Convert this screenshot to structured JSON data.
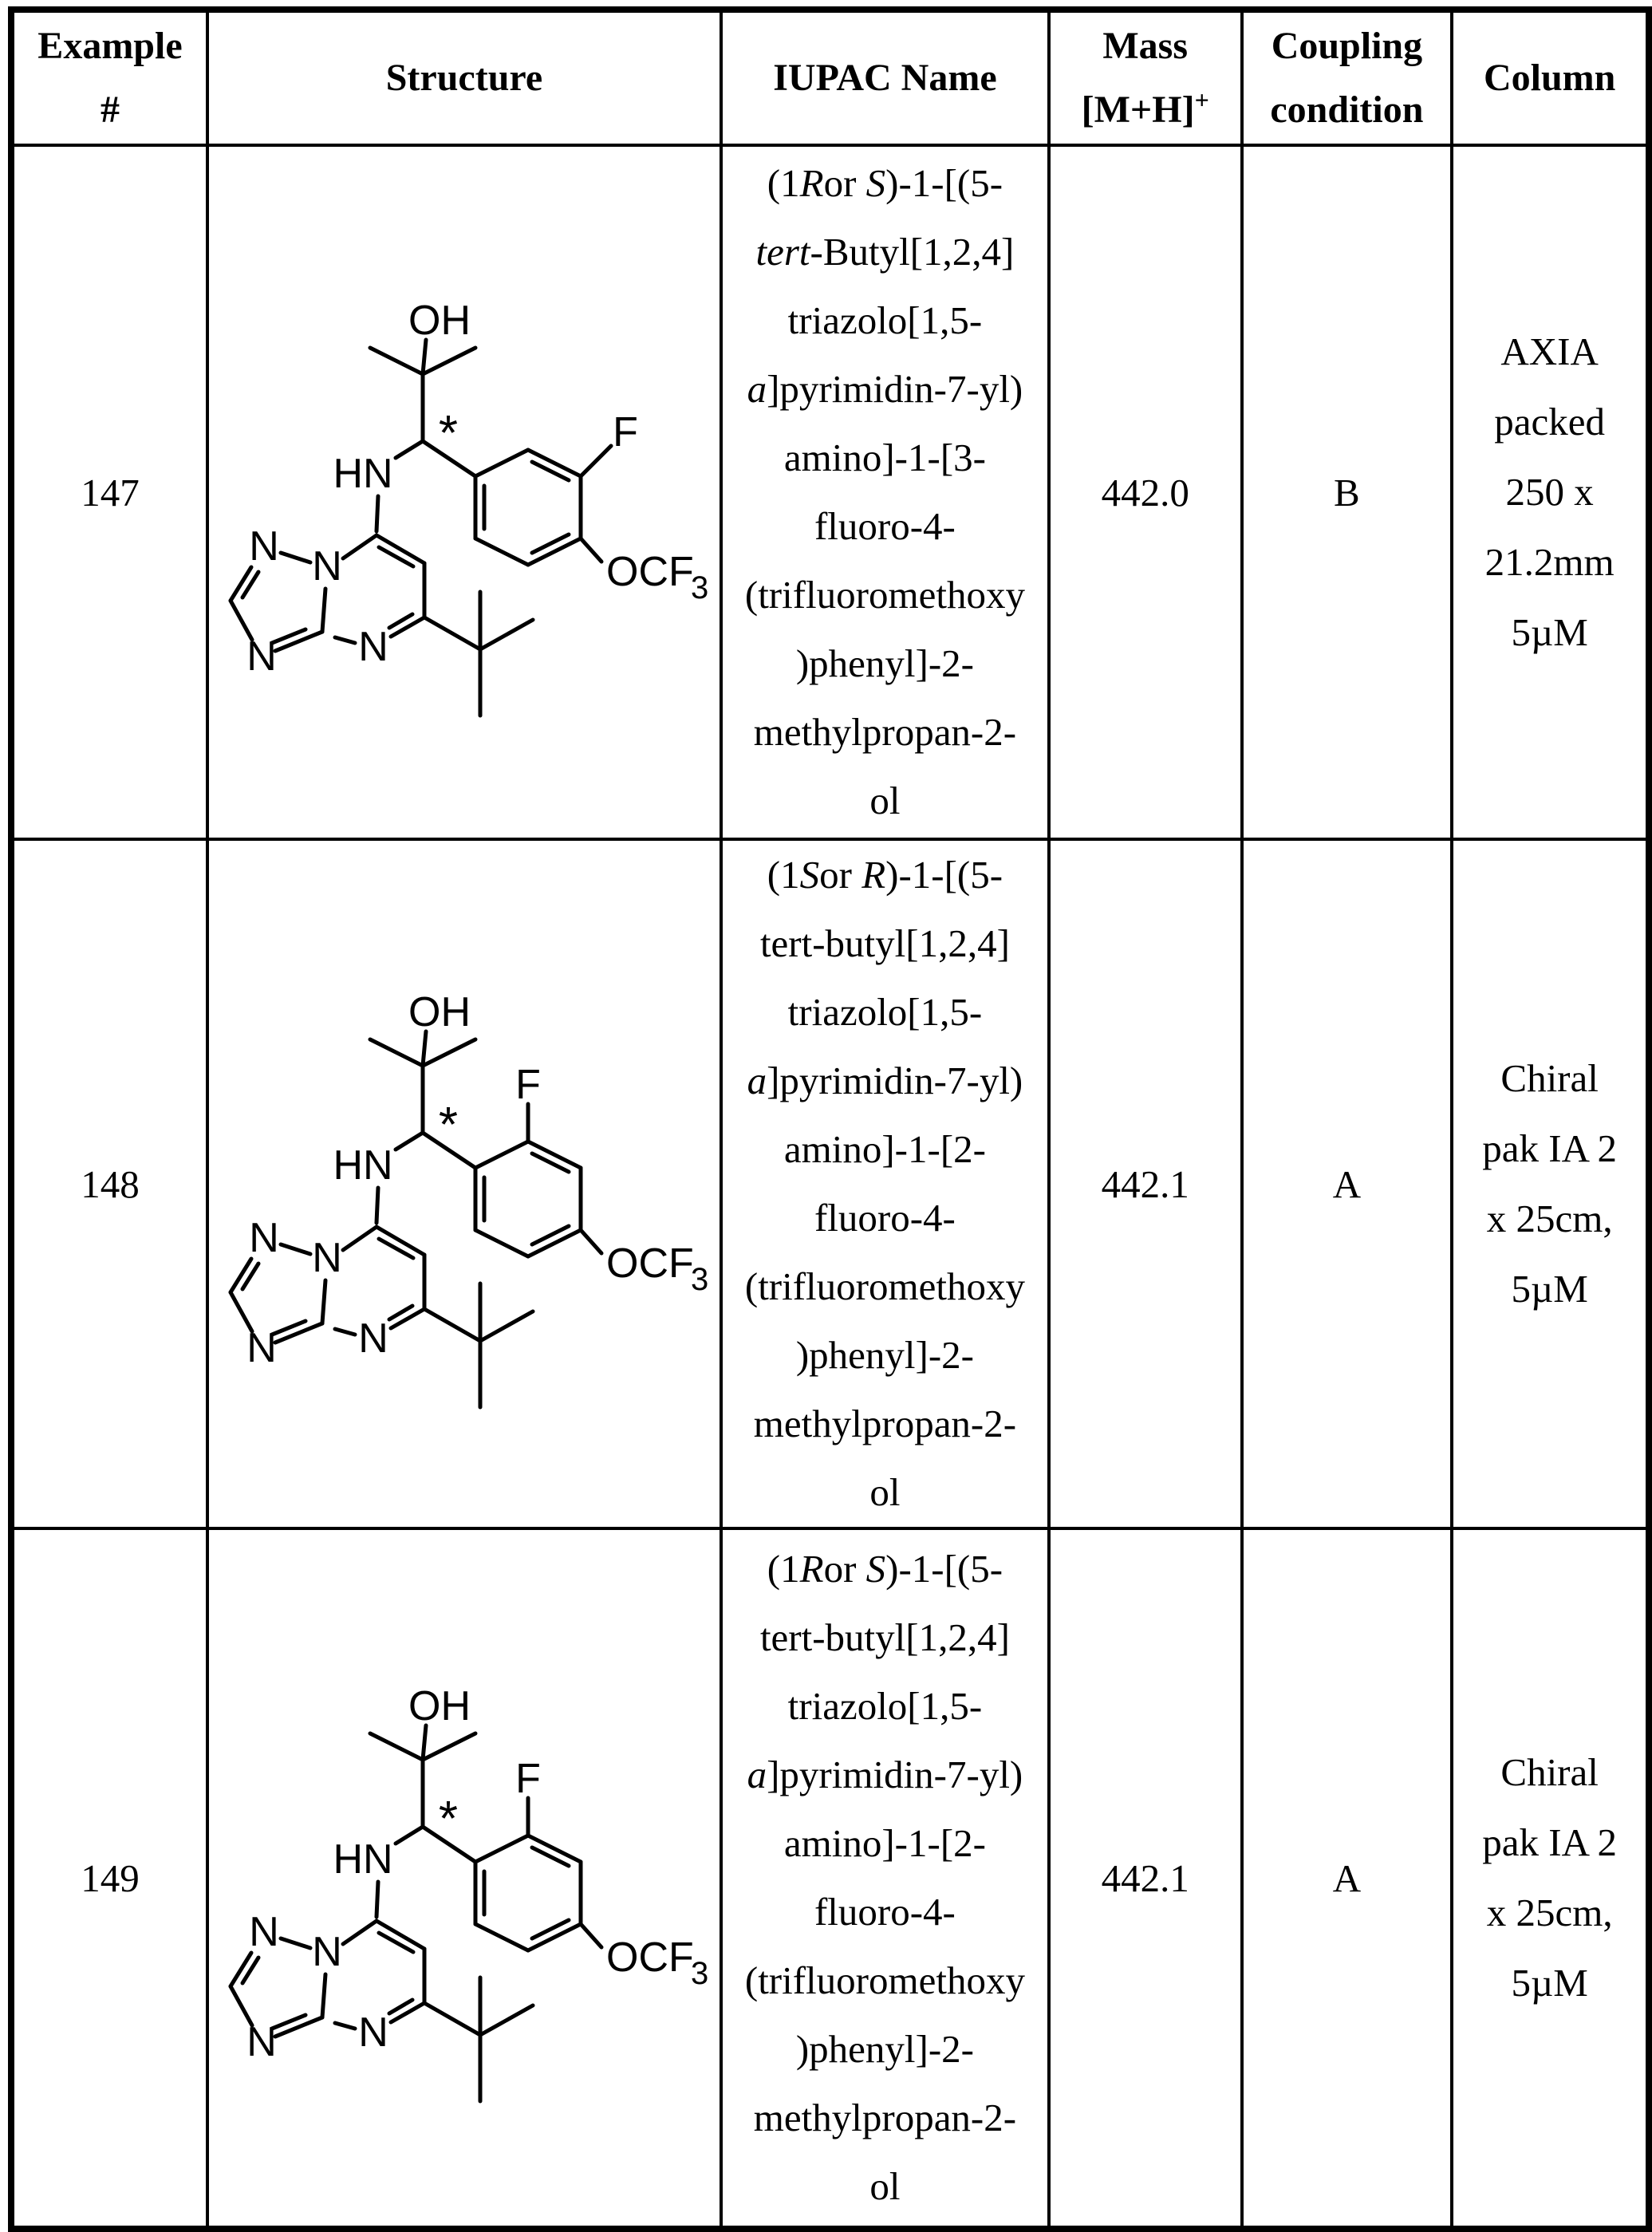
{
  "header": {
    "example_l1": "Example",
    "example_l2": "#",
    "structure": "Structure",
    "iupac": "IUPAC Name",
    "mass_l1": "Mass",
    "mass_l2": "[M+H]",
    "mass_sup": "+",
    "coupling_l1": "Coupling",
    "coupling_l2": "condition",
    "column": "Column"
  },
  "structure_labels": {
    "oh": "OH",
    "hn": "HN",
    "n": "N",
    "f": "F",
    "ocf": "OCF",
    "ocf_sub": "3",
    "stereo": "*"
  },
  "rows": [
    {
      "example": "147",
      "mass": "442.0",
      "coupling": "B",
      "column_lines": [
        "AXIA",
        "packed",
        "250 x",
        "21.2mm",
        "5µM"
      ],
      "structure_variant": "meta-fluoro",
      "name_lines": [
        [
          {
            "t": "(1"
          },
          {
            "t": "R",
            "i": true
          },
          {
            "t": "or "
          },
          {
            "t": "S",
            "i": true
          },
          {
            "t": ")-1-[(5-"
          }
        ],
        [
          {
            "t": "tert",
            "i": true
          },
          {
            "t": "-Butyl[1,2,4]"
          }
        ],
        [
          {
            "t": "triazolo[1,5-"
          }
        ],
        [
          {
            "t": "a",
            "i": true
          },
          {
            "t": "]pyrimidin-7-yl)"
          }
        ],
        [
          {
            "t": "amino]-1-[3-"
          }
        ],
        [
          {
            "t": "fluoro-4-"
          }
        ],
        [
          {
            "t": "(trifluoromethoxy"
          }
        ],
        [
          {
            "t": ")phenyl]-2-"
          }
        ],
        [
          {
            "t": "methylpropan-2-"
          }
        ],
        [
          {
            "t": "ol"
          }
        ]
      ]
    },
    {
      "example": "148",
      "mass": "442.1",
      "coupling": "A",
      "column_lines": [
        "Chiral",
        "pak IA 2",
        "x 25cm,",
        "5µM"
      ],
      "structure_variant": "ortho-fluoro",
      "name_lines": [
        [
          {
            "t": "(1"
          },
          {
            "t": "S",
            "i": true
          },
          {
            "t": "or "
          },
          {
            "t": "R",
            "i": true
          },
          {
            "t": ")-1-[(5-"
          }
        ],
        [
          {
            "t": "tert-butyl[1,2,4]"
          }
        ],
        [
          {
            "t": "triazolo[1,5-"
          }
        ],
        [
          {
            "t": "a",
            "i": true
          },
          {
            "t": "]pyrimidin-7-yl)"
          }
        ],
        [
          {
            "t": "amino]-1-[2-"
          }
        ],
        [
          {
            "t": "fluoro-4-"
          }
        ],
        [
          {
            "t": "(trifluoromethoxy"
          }
        ],
        [
          {
            "t": ")phenyl]-2-"
          }
        ],
        [
          {
            "t": "methylpropan-2-"
          }
        ],
        [
          {
            "t": "ol"
          }
        ]
      ]
    },
    {
      "example": "149",
      "mass": "442.1",
      "coupling": "A",
      "column_lines": [
        "Chiral",
        "pak IA 2",
        "x 25cm,",
        "5µM"
      ],
      "structure_variant": "ortho-fluoro",
      "name_lines": [
        [
          {
            "t": "(1"
          },
          {
            "t": "R",
            "i": true
          },
          {
            "t": "or "
          },
          {
            "t": "S",
            "i": true
          },
          {
            "t": ")-1-[(5-"
          }
        ],
        [
          {
            "t": "tert-butyl[1,2,4]"
          }
        ],
        [
          {
            "t": "triazolo[1,5-"
          }
        ],
        [
          {
            "t": "a",
            "i": true
          },
          {
            "t": "]pyrimidin-7-yl)"
          }
        ],
        [
          {
            "t": "amino]-1-[2-"
          }
        ],
        [
          {
            "t": "fluoro-4-"
          }
        ],
        [
          {
            "t": "(trifluoromethoxy"
          }
        ],
        [
          {
            "t": ")phenyl]-2-"
          }
        ],
        [
          {
            "t": "methylpropan-2-"
          }
        ],
        [
          {
            "t": "ol"
          }
        ]
      ]
    }
  ]
}
